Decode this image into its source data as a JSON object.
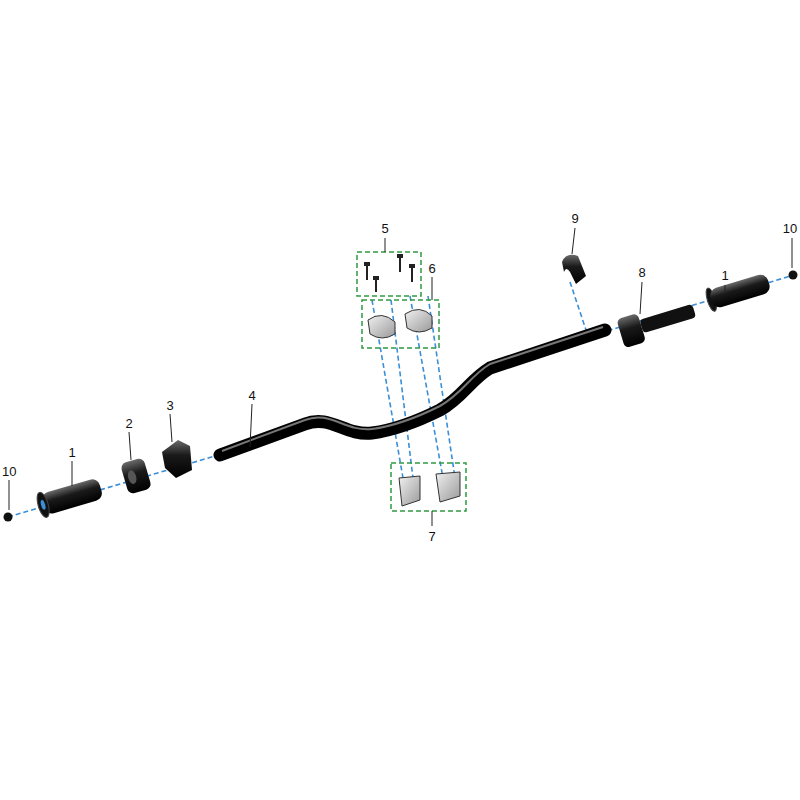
{
  "diagram": {
    "labels": [
      "10",
      "1",
      "2",
      "3",
      "4",
      "5",
      "6",
      "7",
      "9",
      "8",
      "1",
      "10"
    ]
  }
}
